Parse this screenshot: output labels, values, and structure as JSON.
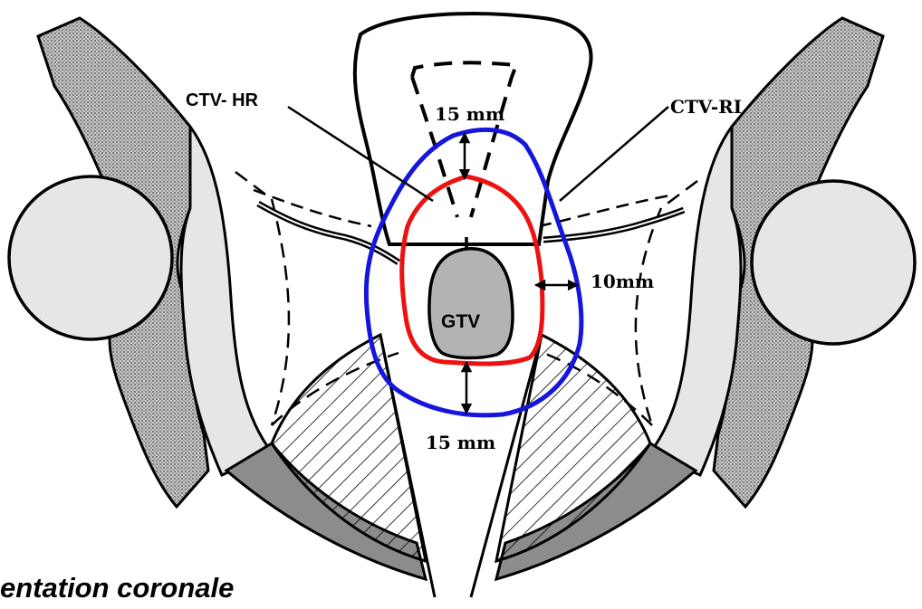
{
  "labels": {
    "ctv_hr": "CTV- HR",
    "ctv_ri": "CTV-RI",
    "gtv": "GTV",
    "margin_top": "15 mm",
    "margin_side": "10mm",
    "margin_bottom": "15 mm"
  },
  "caption": "entation coronale",
  "colors": {
    "ctv_hr_outline": "#ee1111",
    "ctv_ri_outline": "#1515dd",
    "gtv_fill": "#b3b3b3",
    "bone_dotted": "#9a9a9a",
    "bone_light": "#e6e6e6",
    "lower_band": "#8c8c8c"
  }
}
